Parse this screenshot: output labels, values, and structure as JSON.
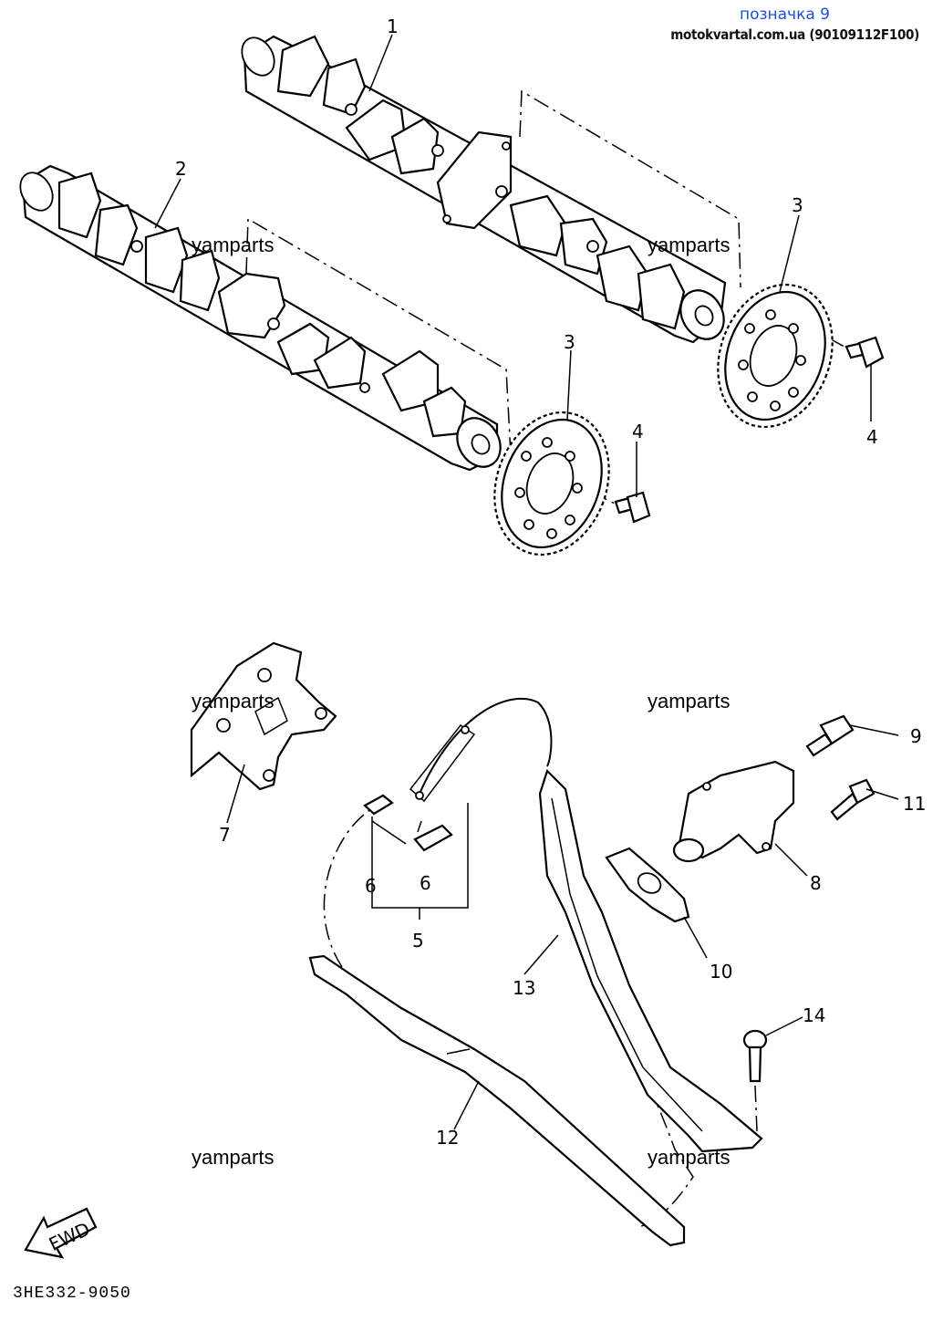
{
  "header": {
    "title": "позначка 9",
    "source": "motokvartal.com.ua (90109112F100)"
  },
  "watermarks": [
    "yamparts",
    "yamparts",
    "yamparts",
    "yamparts",
    "yamparts",
    "yamparts"
  ],
  "diagram_code": "3HE332-9050",
  "fwd_label": "FWD",
  "callouts": {
    "c1": "1",
    "c2": "2",
    "c3a": "3",
    "c3b": "3",
    "c4a": "4",
    "c4b": "4",
    "c5": "5",
    "c6a": "6",
    "c6b": "6",
    "c7": "7",
    "c8": "8",
    "c9": "9",
    "c10": "10",
    "c11": "11",
    "c12": "12",
    "c13": "13",
    "c14": "14"
  }
}
